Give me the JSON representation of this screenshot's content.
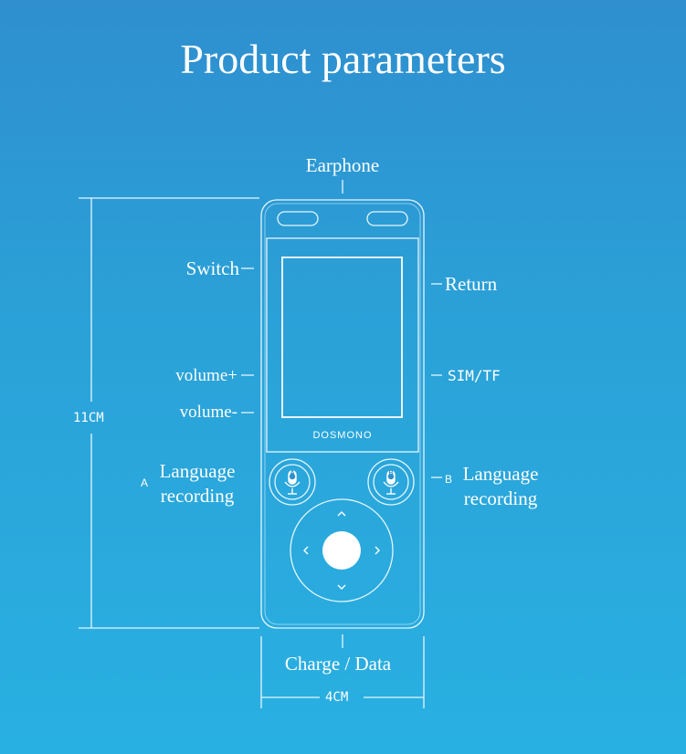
{
  "title": "Product parameters",
  "labels": {
    "earphone": "Earphone",
    "switch": "Switch",
    "return": "Return",
    "volume_plus": "volume+",
    "volume_minus": "volume-",
    "sim_tf": "SIM/TF",
    "language_recording_a": "Language recording",
    "language_recording_b": "Language recording",
    "marker_a": "A",
    "marker_b": "B",
    "charge_data": "Charge / Data"
  },
  "device": {
    "brand": "DOSMONO",
    "button_a": "A",
    "button_b": "B"
  },
  "dimensions": {
    "height": "11CM",
    "width": "4CM"
  }
}
